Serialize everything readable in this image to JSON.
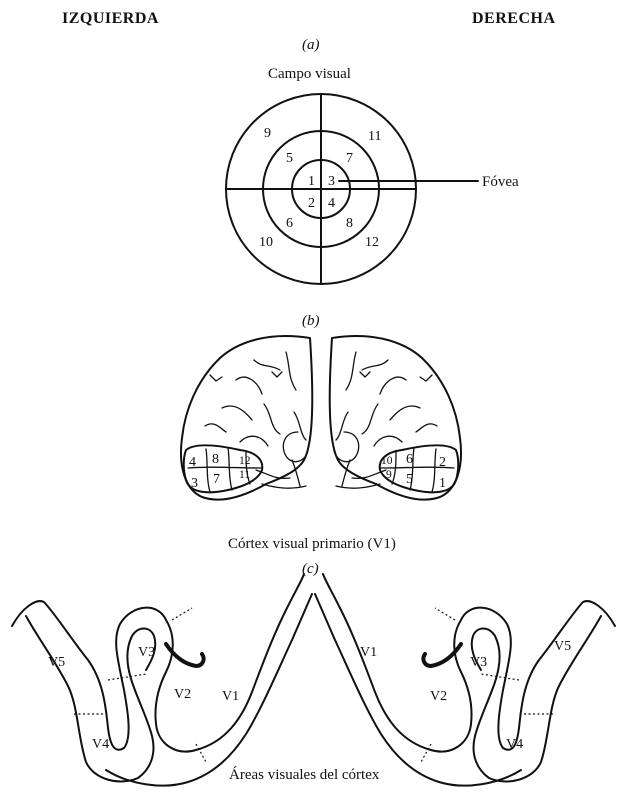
{
  "headers": {
    "left": "IZQUIERDA",
    "right": "DERECHA"
  },
  "panel_a": {
    "label": "(a)",
    "title": "Campo visual",
    "fovea_label": "Fóvea",
    "segments": [
      "1",
      "2",
      "3",
      "4",
      "5",
      "6",
      "7",
      "8",
      "9",
      "10",
      "11",
      "12"
    ]
  },
  "panel_b": {
    "label": "(b)",
    "caption": "Córtex visual primario (V1)",
    "left_labels": [
      "4",
      "8",
      "12",
      "11",
      "3",
      "7"
    ],
    "right_labels": [
      "10",
      "6",
      "2",
      "9",
      "5",
      "1"
    ]
  },
  "panel_c": {
    "label": "(c)",
    "caption": "Áreas visuales del córtex",
    "left_areas": [
      "V5",
      "V3",
      "V2",
      "V1",
      "V4"
    ],
    "right_areas": [
      "V1",
      "V2",
      "V3",
      "V5",
      "V4"
    ]
  }
}
